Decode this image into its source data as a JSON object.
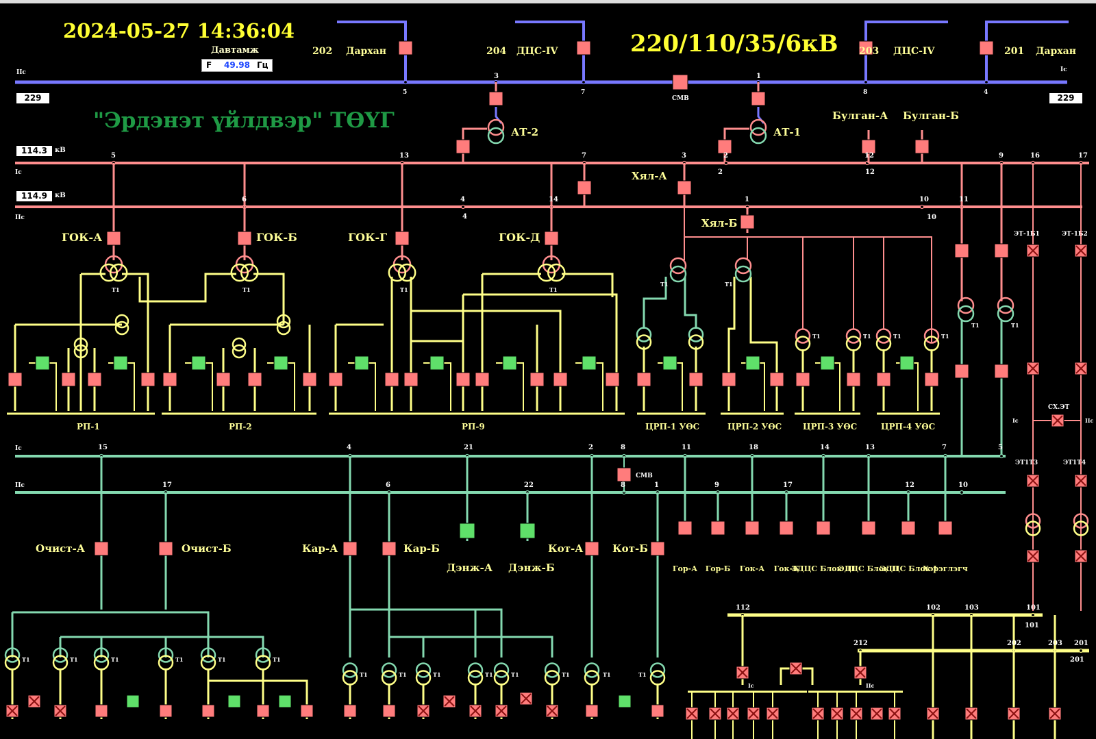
{
  "header": {
    "datetime": "2024-05-27 14:36:04",
    "voltage_title": "220/110/35/6кВ",
    "station_name": "\"Эрдэнэт үйлдвэр\" ТӨҮГ",
    "frequency": {
      "label": "Давтамж",
      "prefix": "F",
      "value": "49.98",
      "unit": "Гц"
    }
  },
  "bus_220": {
    "left_value": "229",
    "right_value": "229",
    "sections": [
      "IIс",
      "Iс"
    ],
    "coupler": "СМВ",
    "lines": [
      {
        "num": "202",
        "name": "Дархан",
        "tap": "5"
      },
      {
        "num": "204",
        "name": "ДЦС-IV",
        "tap": "7"
      },
      {
        "num": "203",
        "name": "ДЦС-IV",
        "tap": "8"
      },
      {
        "num": "201",
        "name": "Дархан",
        "tap": "4"
      }
    ],
    "taps": [
      "3",
      "1"
    ]
  },
  "transformers_ats": [
    {
      "name": "АТ-2",
      "hv_tap": "3"
    },
    {
      "name": "АТ-1",
      "hv_tap": "1"
    }
  ],
  "bus_110": {
    "bus1": {
      "value": "114.3",
      "unit": "кВ",
      "section": "Iс"
    },
    "bus2": {
      "value": "114.9",
      "unit": "кВ",
      "section": "IIс"
    },
    "feeders_top": [
      "Булган-А",
      "Булган-Б",
      "Хял-А",
      "Хял-Б"
    ],
    "taps_bus1": [
      "5",
      "13",
      "7",
      "3",
      "2",
      "12",
      "9",
      "16",
      "17"
    ],
    "taps_bus2": [
      "6",
      "4",
      "14",
      "1",
      "10",
      "11"
    ]
  },
  "gok_feeders": [
    "ГОК-А",
    "ГОК-Б",
    "ГОК-Г",
    "ГОК-Д"
  ],
  "rp_labels": [
    "РП-1",
    "РП-2",
    "РП-9"
  ],
  "crp_labels": [
    "ЦРП-1 УӨС",
    "ЦРП-2 УӨС",
    "ЦРП-3 УӨС",
    "ЦРП-4 УӨС"
  ],
  "et_labels": [
    "ЭТ-1Б1",
    "ЭТ-1Б2",
    "СХ.ЭТ",
    "ЭТ1Т3",
    "ЭТ1Т4"
  ],
  "transformer_label": "Т1",
  "bus_35": {
    "sections": [
      "Iс",
      "IIс"
    ],
    "coupler": "СМВ",
    "taps_bus1": [
      "15",
      "4",
      "21",
      "2",
      "8",
      "11",
      "18",
      "14",
      "13",
      "7",
      "5"
    ],
    "taps_bus2": [
      "17",
      "6",
      "22",
      "8",
      "1",
      "9",
      "17",
      "12",
      "10"
    ]
  },
  "feeders_35": [
    "Очист-А",
    "Очист-Б",
    "Кар-А",
    "Кар-Б",
    "Дэнж-А",
    "Дэнж-Б",
    "Кот-А",
    "Кот-Б",
    "Гор-А",
    "Гор-Б",
    "Гок-А",
    "Гок-Б",
    "ЭДЦС Блок III",
    "ЭДЦС Блок II",
    "ЭДЦС Блок I",
    "Хэрэглэгч"
  ],
  "bus_6": {
    "taps": [
      "112",
      "102",
      "103",
      "101",
      "212",
      "202",
      "203",
      "201"
    ],
    "sections": [
      "Iс",
      "IIс"
    ]
  },
  "colors": {
    "background": "#000000",
    "kv220": "#7878ff",
    "kv110": "#ff8e8e",
    "kv35": "#84d9b0",
    "kv6": "#ffff88",
    "breaker_closed": "#ff7c7c",
    "breaker_open": "#5fe06a",
    "title": "#ffff33",
    "station": "#1f9a45"
  }
}
